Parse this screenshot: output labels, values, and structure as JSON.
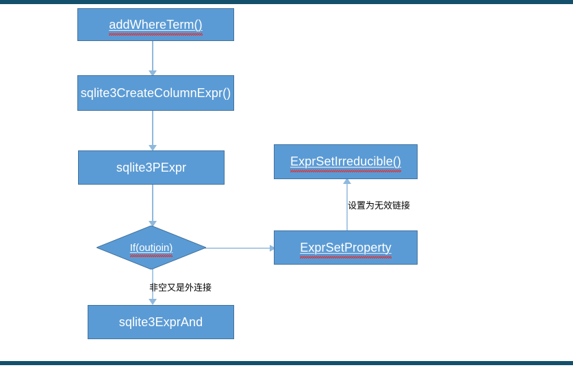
{
  "diagram": {
    "type": "flowchart",
    "title": "",
    "theme": {
      "node_fill": "#5B9BD5",
      "node_border": "#41719C",
      "node_text": "#FFFFFF",
      "connector": "#8FB8DC",
      "frame_bar": "#14506B",
      "spellcheck_underline": "#E03030",
      "background": "#FFFFFF"
    },
    "nodes": [
      {
        "id": "addWhereTerm",
        "shape": "process",
        "text": "addWhereTerm()",
        "misspelled": true
      },
      {
        "id": "sqlite3CreateColumnExpr",
        "shape": "process",
        "text": "sqlite3CreateColumnExpr()",
        "misspelled": false
      },
      {
        "id": "sqlite3PExpr",
        "shape": "process",
        "text": "sqlite3PExpr",
        "misspelled": false
      },
      {
        "id": "ifOutjoin",
        "shape": "decision",
        "text": "If(outjoin)",
        "misspelled": true
      },
      {
        "id": "ExprSetIrreducible",
        "shape": "process",
        "text": "ExprSetIrreducible()",
        "misspelled": true
      },
      {
        "id": "ExprSetProperty",
        "shape": "process",
        "text": "ExprSetProperty",
        "misspelled": true
      },
      {
        "id": "sqlite3ExprAnd",
        "shape": "process",
        "text": "sqlite3ExprAnd",
        "misspelled": false
      }
    ],
    "edges": [
      {
        "from": "addWhereTerm",
        "to": "sqlite3CreateColumnExpr",
        "label": "",
        "direction": "down"
      },
      {
        "from": "sqlite3CreateColumnExpr",
        "to": "sqlite3PExpr",
        "label": "",
        "direction": "down"
      },
      {
        "from": "sqlite3PExpr",
        "to": "ifOutjoin",
        "label": "",
        "direction": "down"
      },
      {
        "from": "ifOutjoin",
        "to": "ExprSetProperty",
        "label": "",
        "direction": "right"
      },
      {
        "from": "ExprSetProperty",
        "to": "ExprSetIrreducible",
        "label": "设置为无效链接",
        "direction": "up"
      },
      {
        "from": "ifOutjoin",
        "to": "sqlite3ExprAnd",
        "label": "非空又是外连接",
        "direction": "down"
      }
    ],
    "edge_labels": {
      "invalid_link": "设置为无效链接",
      "not_null_outer_join": "非空又是外连接"
    }
  }
}
